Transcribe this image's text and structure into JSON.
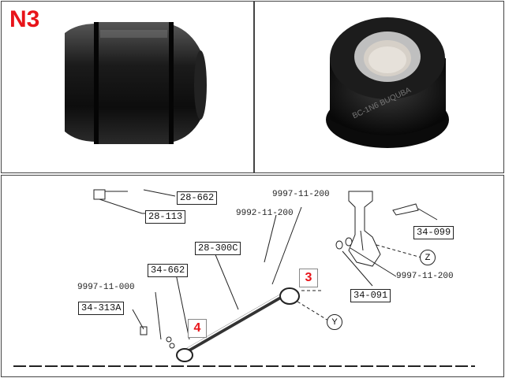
{
  "panel1": {
    "code": "N3"
  },
  "panel2": {
    "bushing_text": "BC-1N6 BUQUBA"
  },
  "diagram": {
    "part_boxes": [
      "28-662",
      "28-113",
      "28-300C",
      "34-662",
      "34-313A",
      "34-099",
      "34-091"
    ],
    "labels": [
      "9997-11-200",
      "9992-11-200",
      "9997-11-000",
      "9997-11-200"
    ],
    "callouts": [
      "3",
      "4"
    ],
    "circles": [
      "Z",
      "Y"
    ]
  }
}
